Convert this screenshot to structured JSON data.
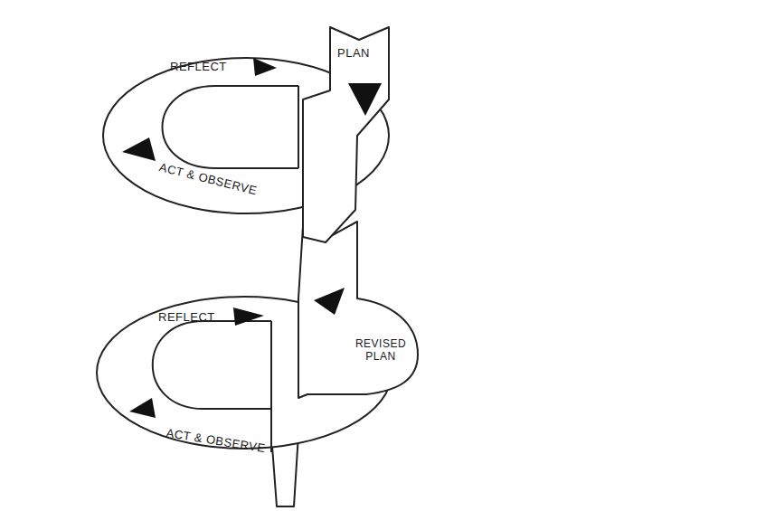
{
  "diagram": {
    "labels": [
      "REFLECT",
      "PLAN",
      "ACT & OBSERVE",
      "REFLECT",
      "REVISED PLAN",
      "ACT & OBSERVE"
    ]
  }
}
